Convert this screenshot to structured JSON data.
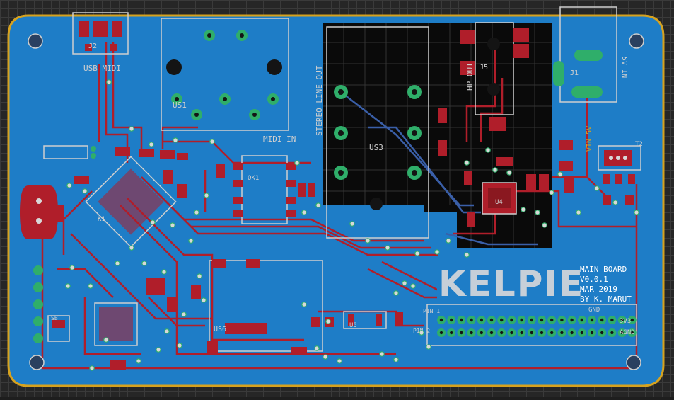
{
  "colors": {
    "background": "#262626",
    "copper_pour": "#1e7dc7",
    "trace_top": "#b01e2a",
    "outline": "#d6a21f",
    "silkscreen": "#d8d8d8",
    "pad": "#2fae6a",
    "via": "#d8d8d8"
  },
  "board": {
    "logo": "KELPIE",
    "info": {
      "line1": "MAIN BOARD",
      "line2": "V0.0.1",
      "line3": "MAR 2019",
      "line4": "BY K. MARUT"
    }
  },
  "labels": {
    "usb_midi": "USB MIDI",
    "j2": "J2",
    "midi_in": "MIDI IN",
    "us1": "US1",
    "stereo_line_out": "STEREO LINE OUT",
    "us3": "US3",
    "hp_out": "HP OUT",
    "j5": "J5",
    "j1": "J1",
    "vin_5v": "5V IN",
    "vin_rail": "VIN 5V",
    "t2": "T2",
    "k1": "K1",
    "ok1": "OK1",
    "u4": "U4",
    "us6": "US6",
    "u5": "U5",
    "pin1": "PIN 1",
    "pin2": "PIN 2",
    "gnd": "GND",
    "v33": "3V3",
    "agnd": "AGND",
    "sb": "SB"
  }
}
